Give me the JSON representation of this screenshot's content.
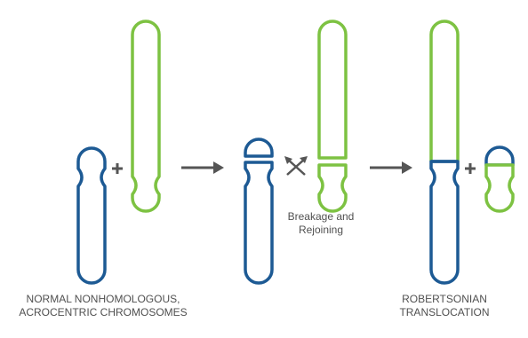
{
  "colors": {
    "blue": "#1d5a94",
    "green": "#7dc242",
    "arrow": "#555555",
    "text": "#505050"
  },
  "captions": {
    "left": [
      "NORMAL NONHOMOLOGOUS,",
      "ACROCENTRIC CHROMOSOMES"
    ],
    "middle": [
      "Breakage and",
      "Rejoining"
    ],
    "right": [
      "ROBERTSONIAN",
      "TRANSLOCATION"
    ]
  },
  "icons": {
    "plus": "plus-icon",
    "arrow": "right-arrow-icon",
    "breakage": "crossed-arrows-icon"
  }
}
